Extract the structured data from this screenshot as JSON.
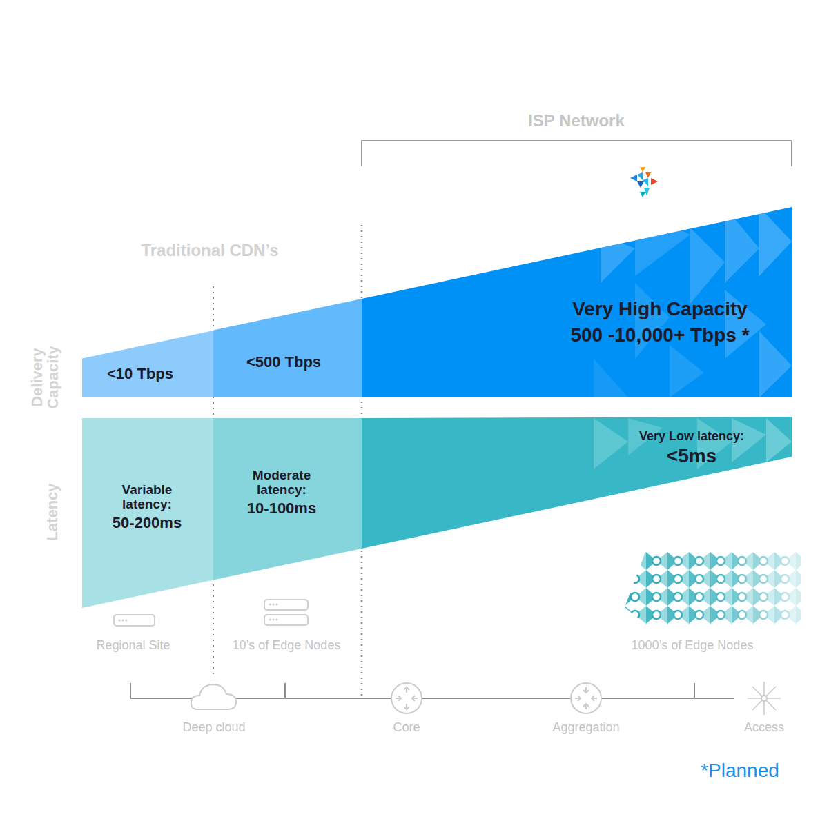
{
  "diagram": {
    "nodes": [
      {
        "text": [
          "<10 Tbps"
        ]
      },
      {
        "text": [
          "<500 Tbps"
        ]
      },
      {
        "text": [
          "Very High Capacity",
          "500 -10,000+ Tbps *"
        ]
      },
      {
        "text": [
          "Variable latency:",
          "50-200ms"
        ]
      },
      {
        "text": [
          "Moderate latency:",
          "10-100ms"
        ]
      },
      {
        "text": [
          "Very Low latency:",
          "<5ms"
        ]
      }
    ],
    "labels": [
      "ISP Network",
      "Traditional CDN’s",
      "Delivery Capacity",
      "Latency",
      "Regional Site",
      "10’s of Edge Nodes",
      "1000’s of Edge Nodes",
      "Deep cloud",
      "Core",
      "Aggregation",
      "Access",
      "*Planned"
    ]
  }
}
